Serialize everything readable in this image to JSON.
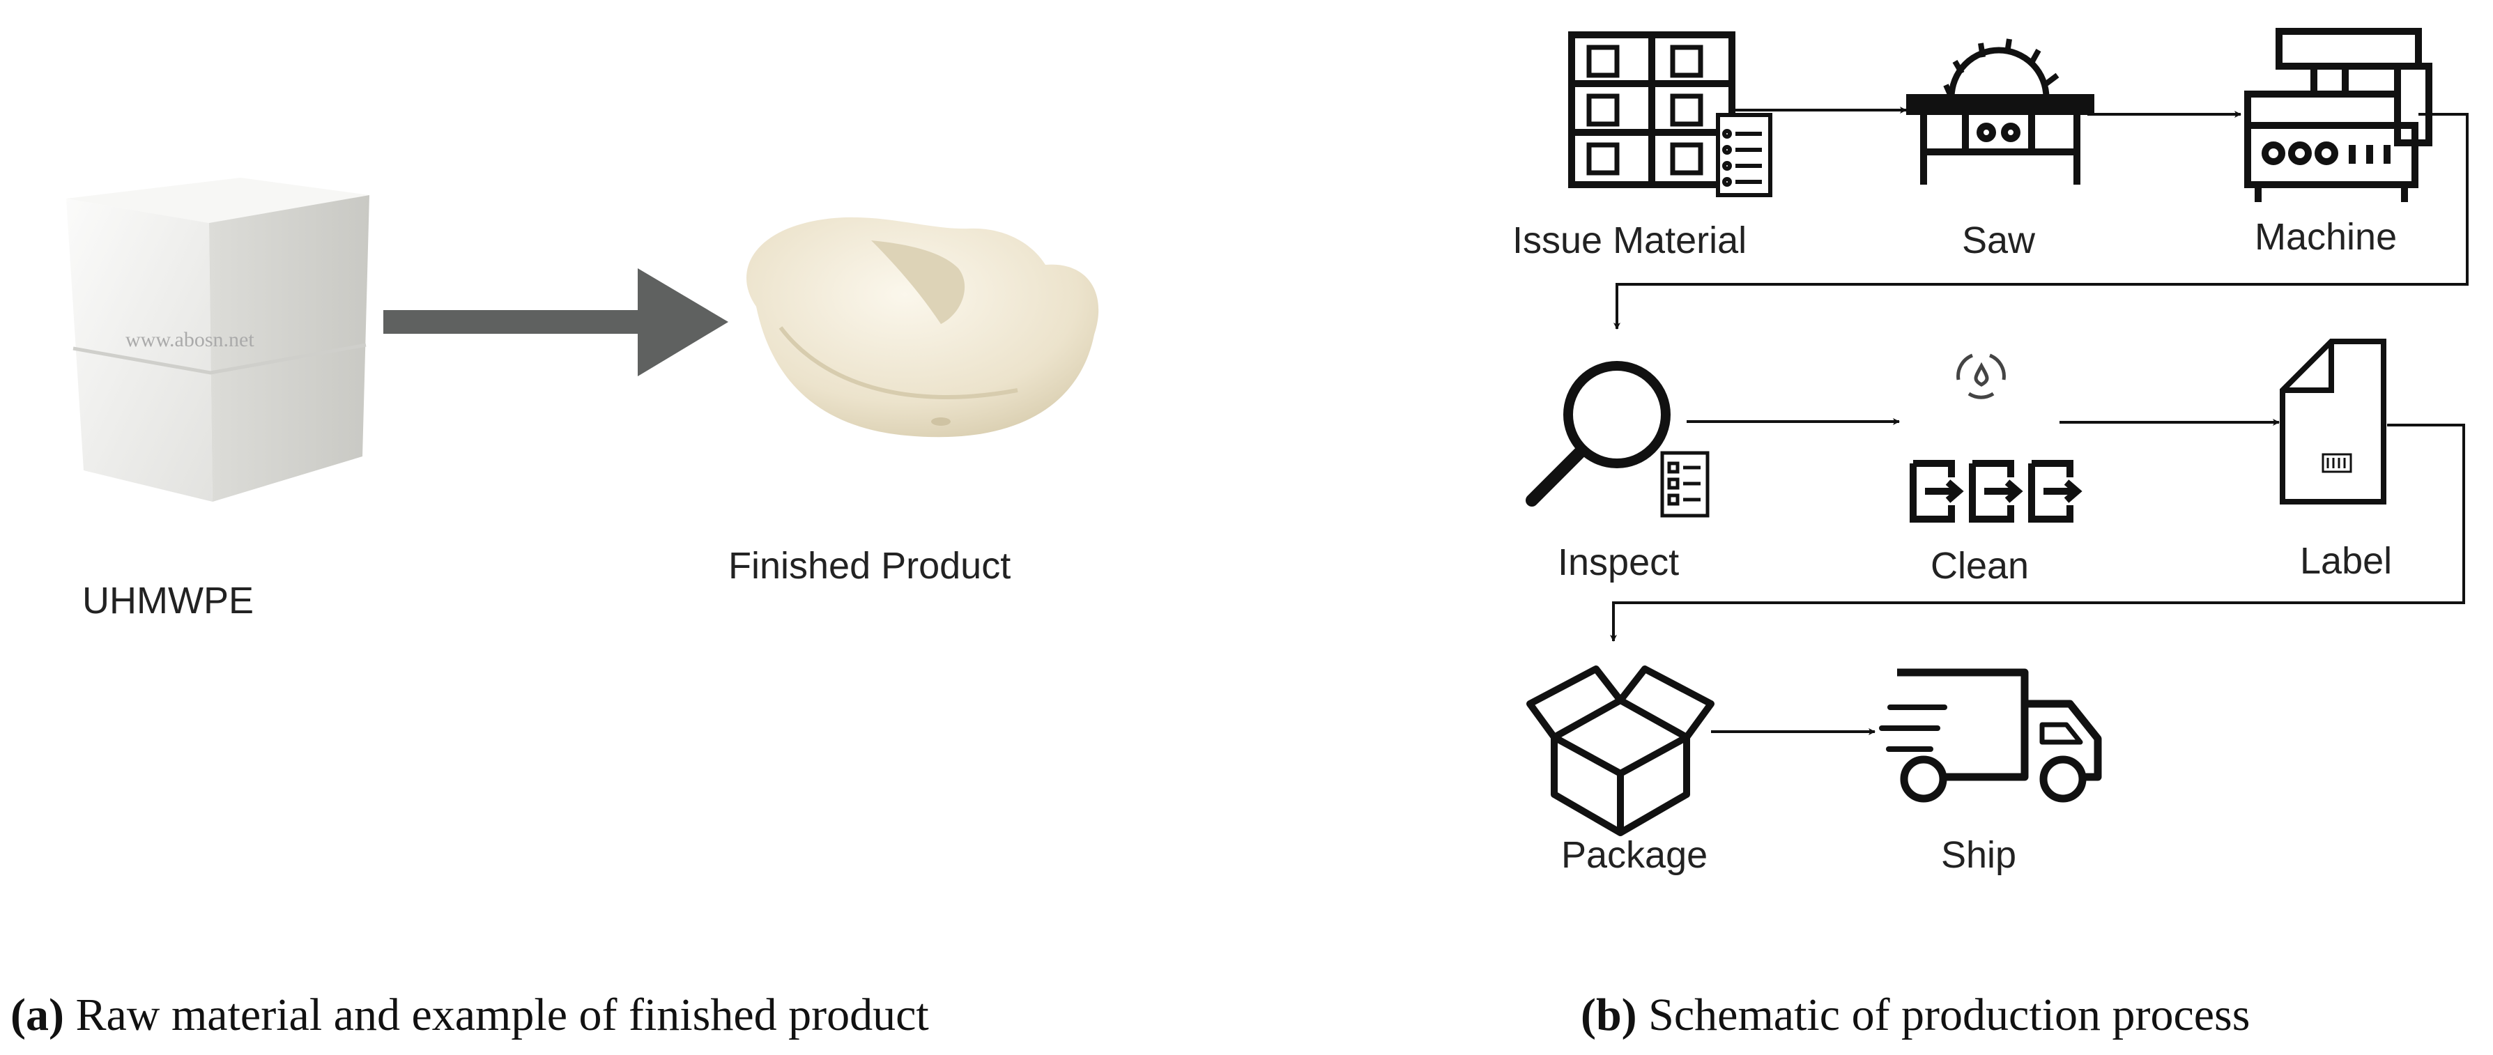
{
  "panel_a": {
    "raw_label": "UHMWPE",
    "product_label": "Finished Product",
    "watermark": "www.abosn.net",
    "caption_tag": "(a)",
    "caption_text": " Raw material and example of finished product"
  },
  "panel_b": {
    "steps": {
      "issue": "Issue Material",
      "saw": "Saw",
      "machine": "Machine",
      "inspect": "Inspect",
      "clean": "Clean",
      "label": "Label",
      "package": "Package",
      "ship": "Ship"
    },
    "caption_tag": "(b)",
    "caption_text": " Schematic of production process"
  },
  "colors": {
    "arrow_gray": "#5f6160",
    "block_white": "#f4f4f2",
    "product_cream": "#efe8d6",
    "line": "#111111"
  }
}
